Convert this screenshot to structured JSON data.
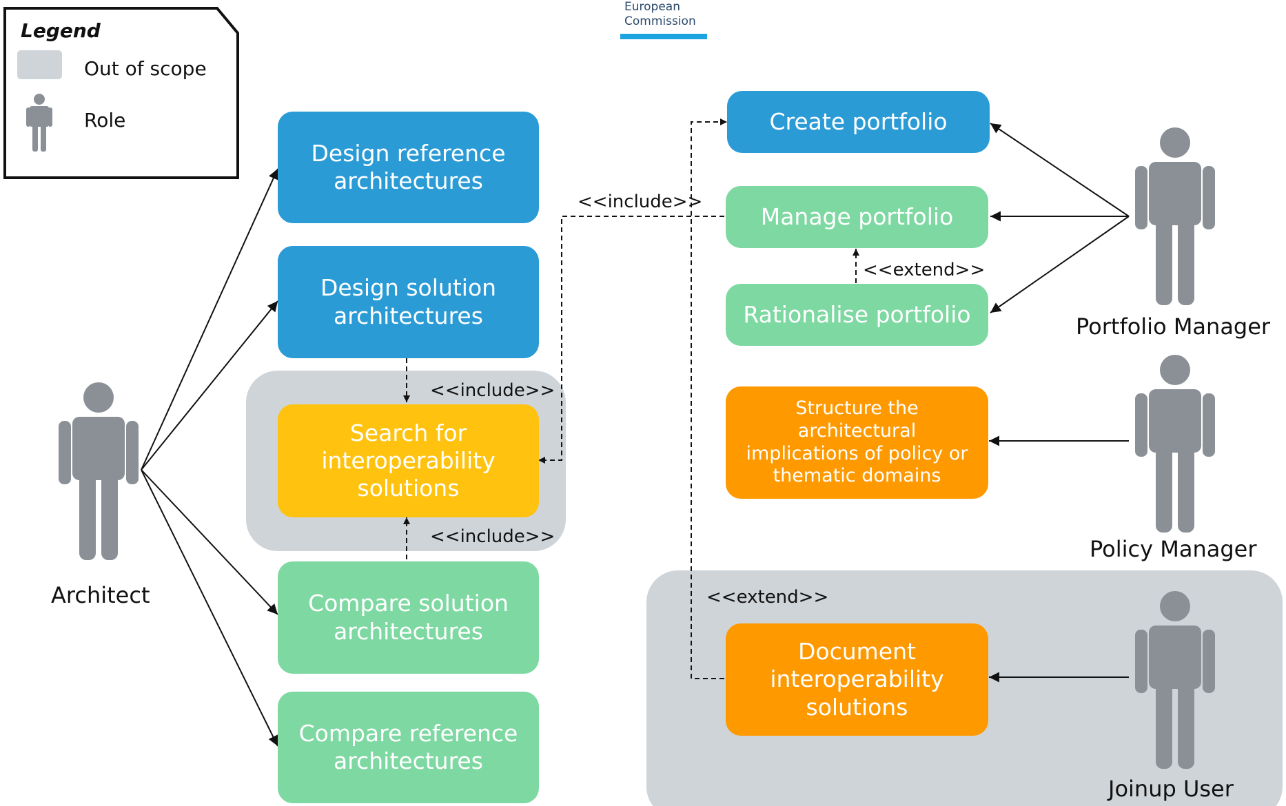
{
  "logo": {
    "line1": "European",
    "line2": "Commission"
  },
  "legend": {
    "title": "Legend",
    "out_of_scope": "Out of scope",
    "role": "Role"
  },
  "roles": {
    "architect": "Architect",
    "portfolio_manager": "Portfolio Manager",
    "policy_manager": "Policy Manager",
    "joinup_user": "Joinup User"
  },
  "use_cases": {
    "design_reference": "Design reference\narchitectures",
    "design_solution": "Design solution\narchitectures",
    "search": "Search for\ninteroperability\nsolutions",
    "compare_solution": "Compare solution\narchitectures",
    "compare_reference": "Compare reference\narchitectures",
    "create_portfolio": "Create portfolio",
    "manage_portfolio": "Manage portfolio",
    "rationalise_portfolio": "Rationalise portfolio",
    "structure_implications": "Structure the\narchitectural\nimplications  of policy or\nthematic domains",
    "document_solutions": "Document\ninteroperability\nsolutions"
  },
  "relations": {
    "include_top": "<<include>>",
    "include_mid": "<<include>>",
    "include_bottom": "<<include>>",
    "extend_rationalise": "<<extend>>",
    "extend_document": "<<extend>>"
  },
  "colors": {
    "blue": "#2b9bd6",
    "green": "#7ed8a2",
    "yellow": "#ffc20e",
    "orange": "#ff9900",
    "out_of_scope": "#cfd4d8",
    "role_figure": "#8a9096"
  }
}
